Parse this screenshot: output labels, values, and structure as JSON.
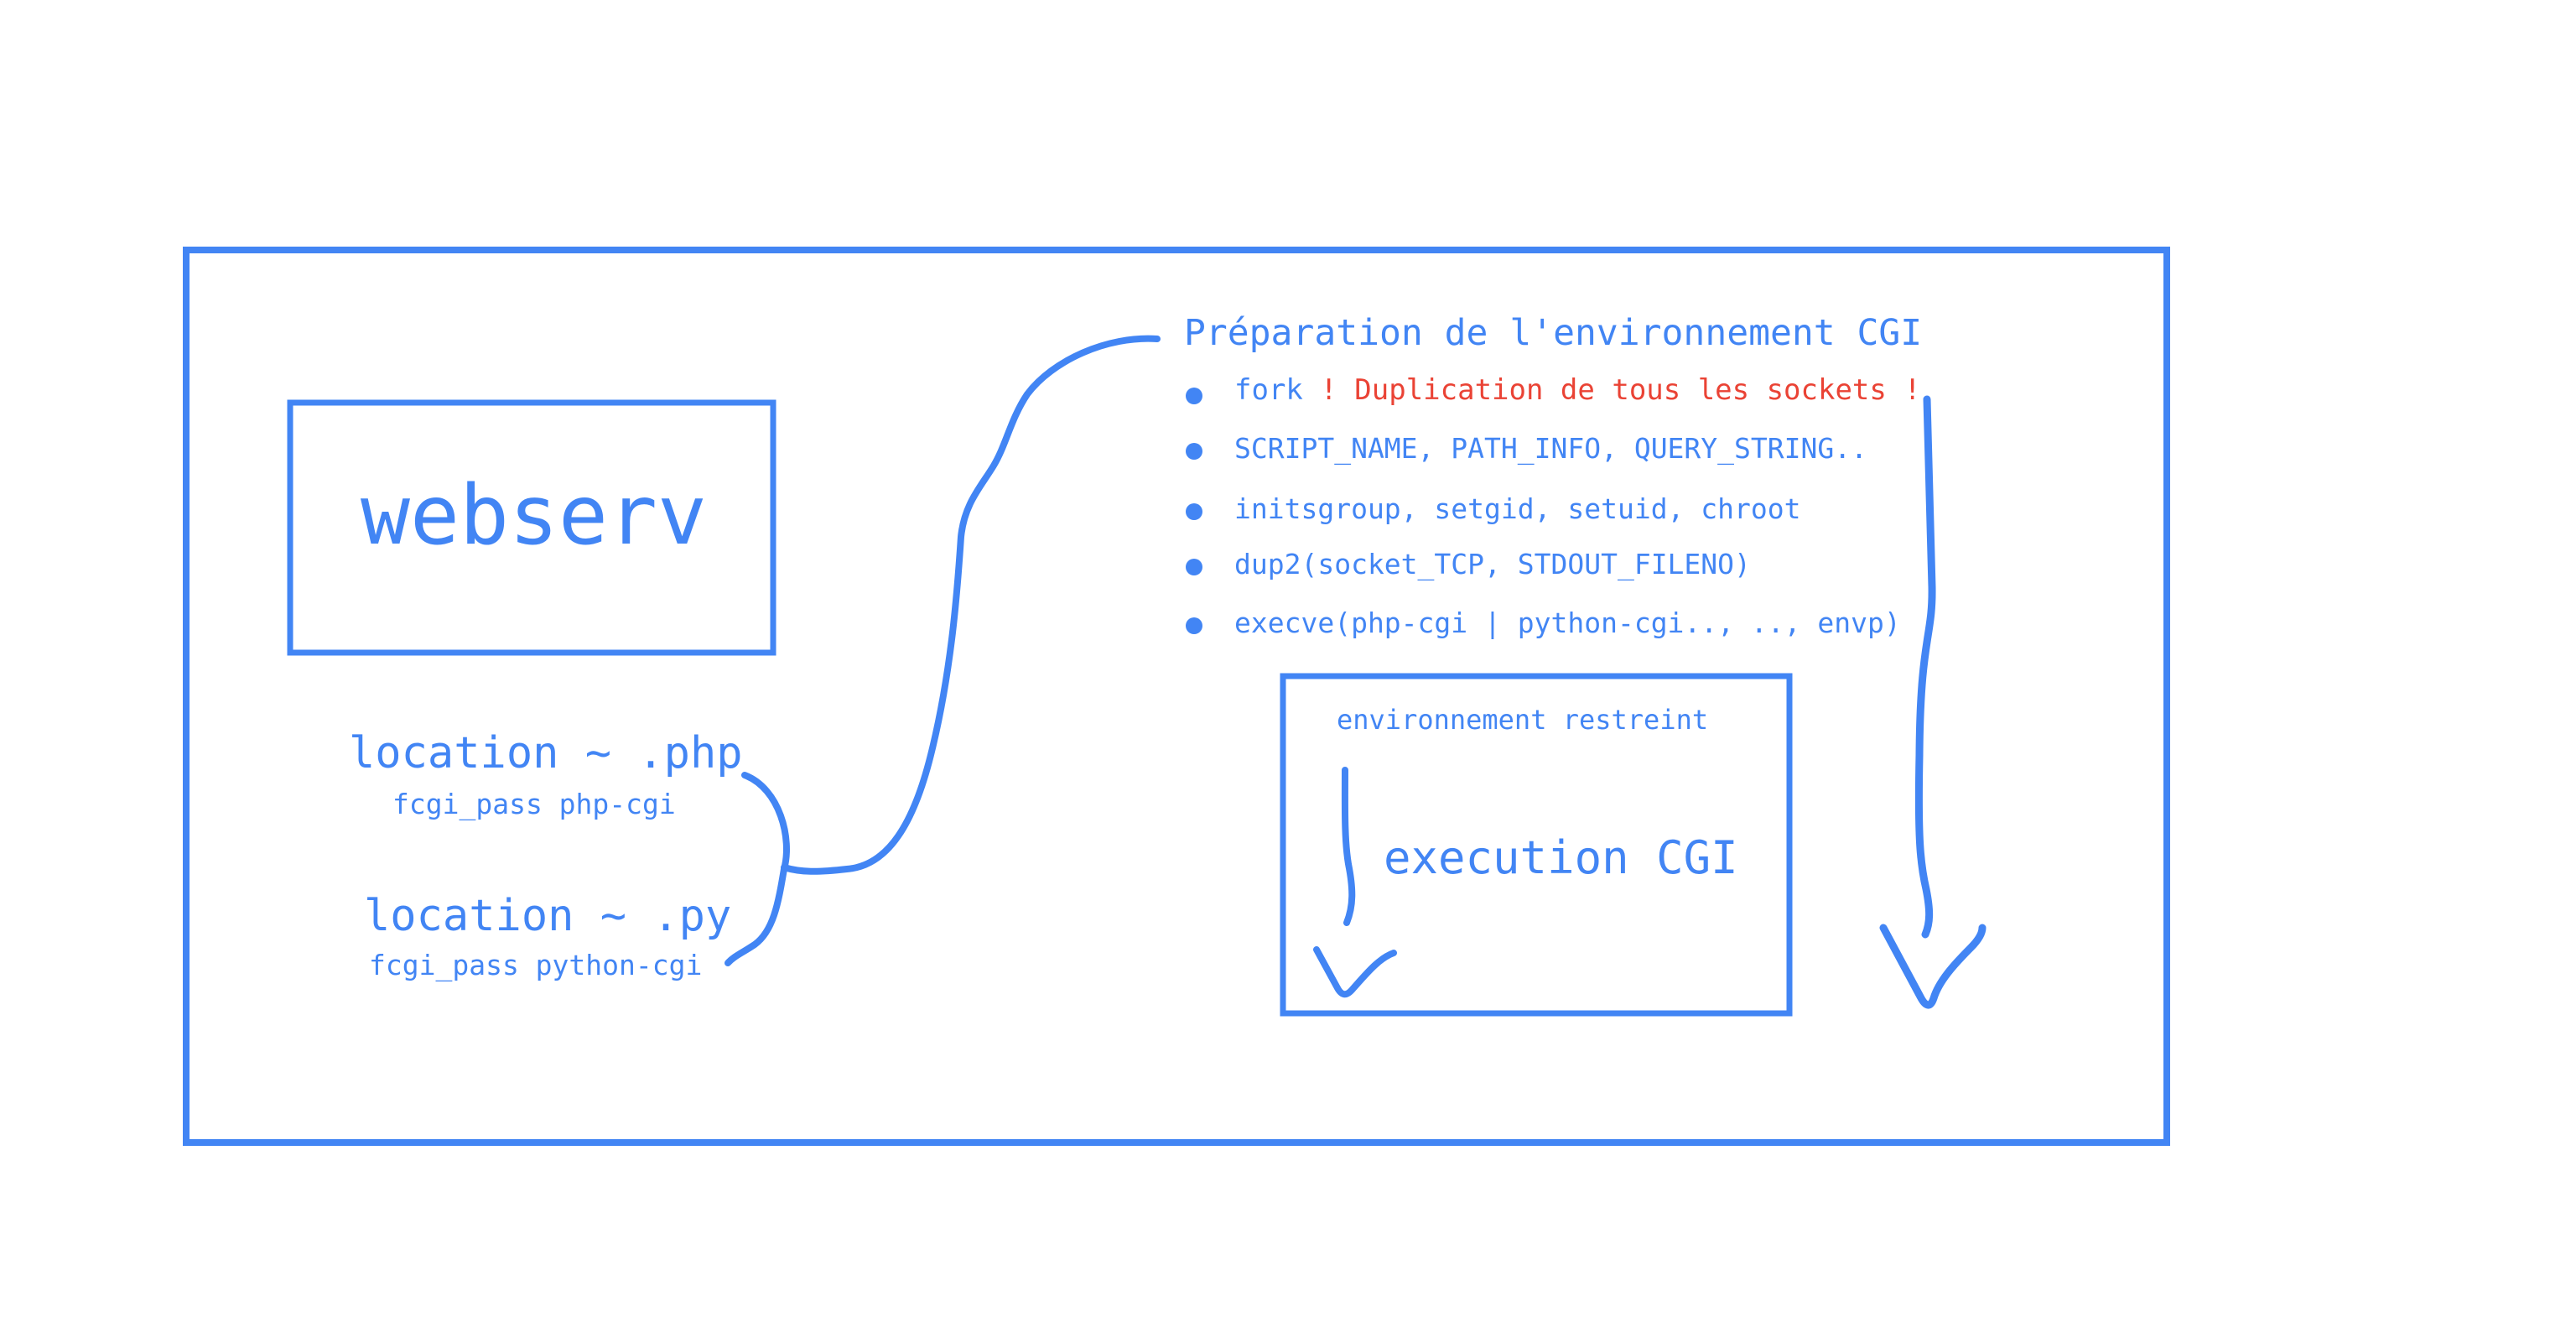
{
  "colors": {
    "accent": "#4285f4",
    "warning": "#ea4335",
    "background": "#ffffff"
  },
  "server": {
    "title": "webserv"
  },
  "locations": [
    {
      "pattern": "location ~ .php",
      "directive": "fcgi_pass php-cgi"
    },
    {
      "pattern": "location ~ .py",
      "directive": "fcgi_pass python-cgi"
    }
  ],
  "preparation": {
    "title": "Préparation de l'environnement CGI",
    "steps": [
      {
        "prefix": "fork",
        "warning": " ! Duplication de tous les sockets !"
      },
      {
        "text": "SCRIPT_NAME, PATH_INFO, QUERY_STRING.."
      },
      {
        "text": "initsgroup, setgid, setuid, chroot"
      },
      {
        "text": "dup2(socket_TCP, STDOUT_FILENO)"
      },
      {
        "text": "execve(php-cgi | python-cgi.., .., envp)"
      }
    ]
  },
  "restricted": {
    "label": "environnement restreint",
    "title": "execution CGI"
  }
}
